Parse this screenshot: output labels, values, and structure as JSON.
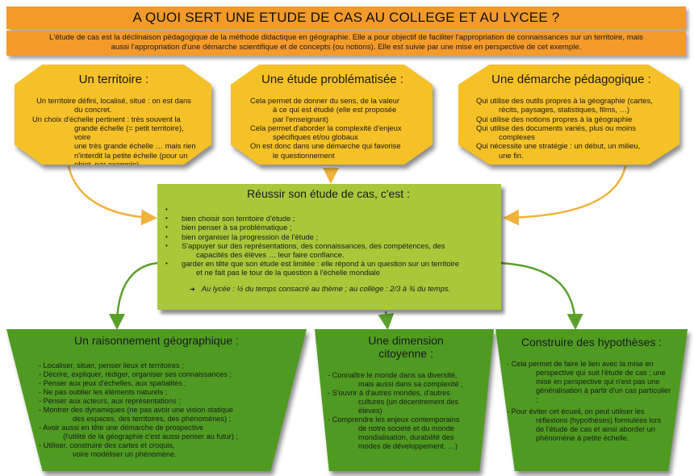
{
  "header": {
    "title": "A QUOI SERT UNE ETUDE DE CAS AU COLLEGE ET AU LYCEE ?",
    "intro_line1": "L'étude de cas est la déclinaison pédagogique de la méthode didactique en géographie. Elle a pour objectif de faciliter l'appropriation de connaissances sur un territoire, mais",
    "intro_line2": "aussi l'appropriation d'une démarche scientifique et de concepts (ou notions). Elle est suivie par une mise en perspective de cet exemple."
  },
  "octagons": [
    {
      "title": "Un territoire :",
      "lines": [
        "Un territoire défini, localisé, situé : on est dans",
        "du concret.",
        "Un choix d'échelle pertinent : très souvent la",
        "grande échelle (= petit territoire), voire",
        "une très grande échelle … mais rien",
        "n'interdit la petite échelle (pour un",
        "objet, par exemple)"
      ]
    },
    {
      "title": "Une étude problématisée :",
      "lines": [
        "Cela permet de donner du sens, de la valeur",
        "à ce qui est étudié (elle est proposée",
        "par l'enseignant)",
        "Cela permet d'aborder la complexité d'enjeux",
        "spécifiques et/ou globaux",
        "On est donc dans une démarche qui favorise",
        "le questionnement"
      ]
    },
    {
      "title": "Une démarche pédagogique :",
      "lines": [
        "Qui utilise des outils propres à la géographie (cartes,",
        "récits, paysages, statistiques, films, …)",
        "Qui utilise des notions propres à la géographie",
        "Qui utilise des documents variés, plus ou moins",
        "complexes",
        "Qui nécessite une stratégie : un début, un milieu,",
        "une fin."
      ]
    }
  ],
  "center": {
    "title": "Réussir son étude de cas, c'est :",
    "items": [
      {
        "text": "",
        "cont": ""
      },
      {
        "text": "bien choisir son territoire d'étude ;",
        "cont": ""
      },
      {
        "text": "bien penser à sa problématique ;",
        "cont": ""
      },
      {
        "text": "bien organiser la progression de l'étude ;",
        "cont": ""
      },
      {
        "text": "S'appuyer sur des représentations, des connaissances, des compétences, des",
        "cont": "capacités des élèves … leur faire confiance."
      },
      {
        "text": "garder en tête que son étude est limitée : elle répond à un question sur un territoire",
        "cont": "et ne fait pas le tour de la question à l'échelle mondiale"
      }
    ],
    "note": "Au lycée : ½ du temps consacré au thème ; au collège : 2/3 à ¾ du temps."
  },
  "trapezoids": [
    {
      "title": "Un raisonnement géographique :",
      "items": [
        {
          "text": "- Localiser, situer, penser lieux et territoires ;",
          "cont": ""
        },
        {
          "text": "- Décrire, expliquer, rédiger, organiser ses connaissances ;",
          "cont": ""
        },
        {
          "text": "- Penser aux jeux d'échelles, aux spatialités ;",
          "cont": ""
        },
        {
          "text": "- Ne pas oublier les éléments naturels ;",
          "cont": ""
        },
        {
          "text": "- Penser aux acteurs, aux représentations ;",
          "cont": ""
        },
        {
          "text": "- Montrer des dynamiques (ne pas avoir une vision statique",
          "cont": "des espaces, des territoires, des phénomènes) ;"
        },
        {
          "text": "- Avoir aussi en tête une démarche de prospective",
          "cont": "(l'utilité de la géographie c'est aussi penser au futur) ;"
        },
        {
          "text": "- Utiliser, construire des cartes et croquis,",
          "cont": "voire modéliser un phénomène."
        }
      ]
    },
    {
      "title_line1": "Une dimension",
      "title_line2": "citoyenne :",
      "items": [
        {
          "text": "- Connaître le monde dans sa diversité,",
          "cont": "mais aussi dans sa complexité ;"
        },
        {
          "text": "- S'ouvrir à d'autres mondes, d'autres",
          "cont": "cultures (un décentrement des élèves)"
        },
        {
          "text": "- Comprendre les enjeux contemporains",
          "cont": "de notre société et du monde mondialisation, durabilité des modes de développement, …)"
        }
      ]
    },
    {
      "title": "Construire des hypothèses :",
      "items": [
        {
          "text": "- Cela permet de faire le lien avec la mise en",
          "cont": "perspective qui suit l'étude de cas ; une mise en perspective qui n'est pas une généralisation à partir d'un cas particulier ;"
        },
        {
          "text": "- Pour éviter cet écueil, on peut utiliser les",
          "cont": "réflexions (hypothèses) formulées lors de l'étude de cas et ainsi aborder un phénomène à petite échelle."
        }
      ]
    }
  ],
  "colors": {
    "header": "#f39a2a",
    "octagon": "#f5c127",
    "center": "#a8c83a",
    "trapezoid": "#4f9b22",
    "arrow_orange": "#f0b23a",
    "arrow_green": "#5aa02a"
  }
}
